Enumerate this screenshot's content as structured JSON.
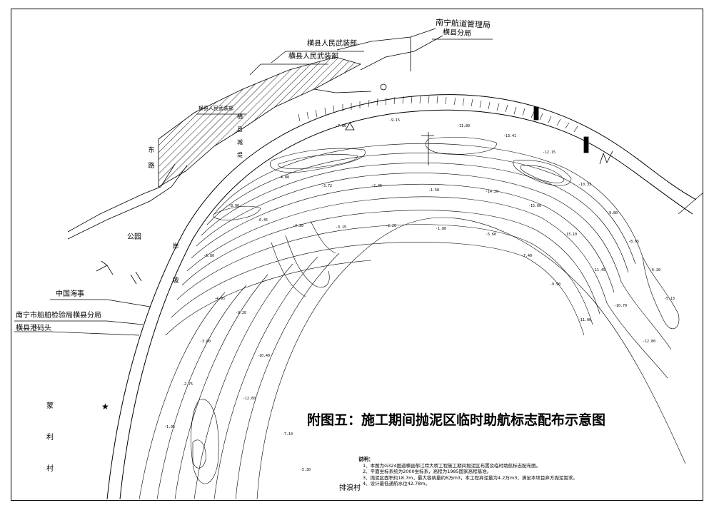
{
  "map": {
    "title": "附图五：施工期间抛泥区临时助航标志配布示意图",
    "labels": {
      "authority_line1": "南宁航道管理局",
      "authority_line2": "横县分局",
      "armed_dept_1": "横县人民武装部",
      "armed_dept_2": "横县人民武装部",
      "armed_dept_3": "横县人民武装部",
      "park": "公园",
      "sinopec": "中国海事",
      "nanning_inspection": "南宁市船舶检验局横县分局",
      "port_terminal": "横县港码头",
      "village_bottom": "排浪村",
      "road_vertical": "东路",
      "bank_vertical": "横县城堤",
      "village_left_vertical": "蒙 利 村",
      "shore_vertical": "岸坡"
    },
    "notes": {
      "heading": "说明：",
      "items": [
        "1、本图为G324国道横县郁江特大桥工程施工期间抛泥区布置及临时助航标志配布图。",
        "2、平面坐标系统为2000坐标系，高程为1985国家高程基准。",
        "3、抛泥区面积约18.7m，最大容纳量约6万m3，本工程弃泥量为4.2万m3，满足本项目弃方抛泥需求。",
        "4、设计最低通航水位42.78m。"
      ]
    },
    "depth_labels": [
      "-7.86",
      "-9.15",
      "-11.80",
      "-13.41",
      "-12.15",
      "-10.33",
      "-9.80",
      "-8.65",
      "-6.20",
      "-5.13",
      "-4.88",
      "-3.72",
      "-2.46",
      "-1.58",
      "-14.20",
      "-15.60",
      "-13.10",
      "-11.45",
      "-10.70",
      "-12.80",
      "-8.90",
      "-6.45",
      "-4.30",
      "-3.15",
      "-2.20",
      "-1.80",
      "-5.60",
      "-7.40",
      "-9.90",
      "-11.00",
      "-6.80",
      "-4.95",
      "-3.60",
      "-2.75",
      "-1.95",
      "-8.20",
      "-10.40",
      "-12.60",
      "-7.10",
      "-5.30"
    ]
  }
}
